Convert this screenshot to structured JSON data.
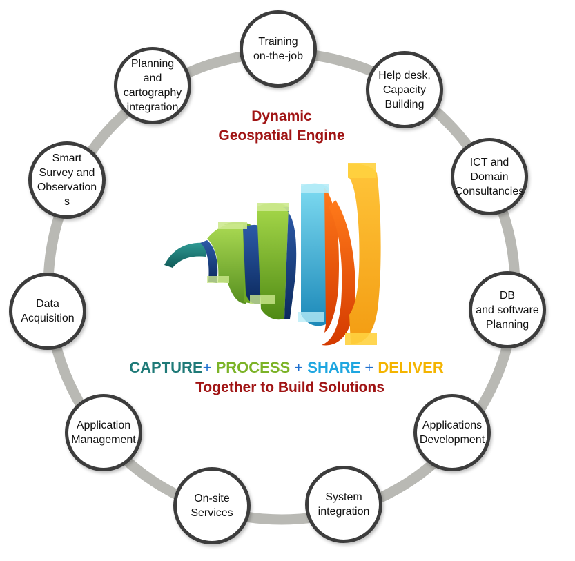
{
  "title": {
    "line1": "Dynamic",
    "line2": "Geospatial Engine"
  },
  "tagline": {
    "capture": "CAPTURE",
    "plus1": "+ ",
    "process": "PROCESS",
    "plus2": " + ",
    "share": "SHARE",
    "plus3": " + ",
    "deliver": "DELIVER"
  },
  "subtitle": "Together to Build Solutions",
  "nodes": [
    {
      "label": "Training\non-the-job"
    },
    {
      "label": "Help desk,\nCapacity\nBuilding"
    },
    {
      "label": "ICT and\nDomain\nConsultancies"
    },
    {
      "label": "DB\nand software\nPlanning"
    },
    {
      "label": "Applications\nDevelopment"
    },
    {
      "label": "System\nintegration"
    },
    {
      "label": "On-site\nServices"
    },
    {
      "label": "Application\nManagement"
    },
    {
      "label": "Data\nAcquisition"
    },
    {
      "label": "Smart\nSurvey and\nObservation\ns"
    },
    {
      "label": "Planning\nand\ncartography\nintegration"
    }
  ],
  "colors": {
    "ring": "#b9b9b4",
    "node_border": "#3c3c3c",
    "title": "#a01414",
    "capture": "#1f7a78",
    "process": "#7cb327",
    "share": "#1ea6e0",
    "deliver": "#f4b400",
    "plus": "#1e6fd0"
  },
  "icons": {
    "center": "spiral-ribbon-icon"
  }
}
